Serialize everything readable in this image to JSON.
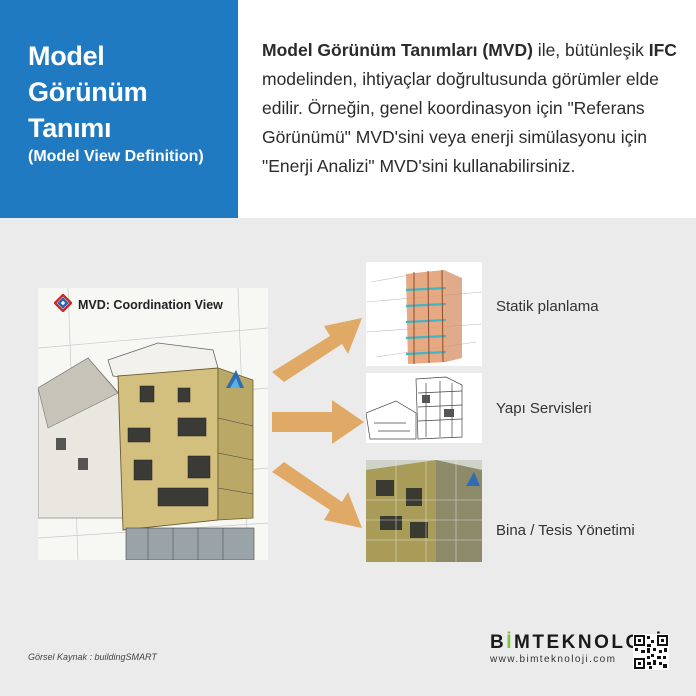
{
  "header": {
    "title_lines": [
      "Model",
      "Görünüm",
      "Tanımı"
    ],
    "subtitle": "(Model View Definition)",
    "description": {
      "p1": "Model Görünüm Tanımları (MVD)",
      "p2": " ile, bütünleşik ",
      "p3": "IFC",
      "p4": " modelinden, ihtiyaçlar doğrultusunda görümler elde edilir. Örneğin, genel koordinasyon için \"Referans Görünümü\" MVD'sini veya enerji simülasyonu için \"Enerji Analizi\" MVD'sini kullanabilirsiniz."
    }
  },
  "diagram": {
    "source_label": "MVD: Coordination View",
    "outputs": [
      {
        "label": "Statik planlama"
      },
      {
        "label": "Yapı Servisleri"
      },
      {
        "label": "Bina / Tesis Yönetimi"
      }
    ]
  },
  "footer": {
    "credit": "Görsel Kaynak : buildingSMART",
    "brand_a": "B",
    "brand_b": "İ",
    "brand_c": "MTEKNOLOJİ",
    "url": "www.bimteknoloji.com"
  },
  "colors": {
    "blue_panel": "#1f7ac2",
    "arrow": "#e0a965",
    "building": "#d4c07e",
    "brand_green": "#7ec242"
  },
  "icons": [
    "buildingsmart-logo-icon",
    "arrow-right-icon",
    "qr-code-icon"
  ]
}
